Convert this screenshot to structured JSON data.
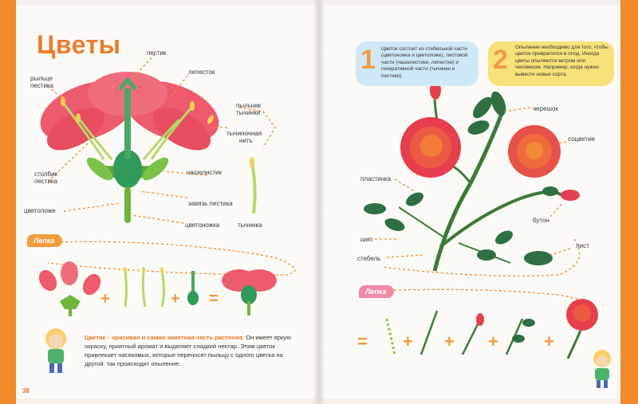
{
  "left_page": {
    "title": "Цветы",
    "labels": {
      "pestik": "пестик",
      "rylce": [
        "рыльце",
        "пестика"
      ],
      "lepestok": "лепесток",
      "pylnik": [
        "пыльник",
        "тычинки"
      ],
      "tychinochnaya": [
        "тычиночная",
        "нить"
      ],
      "stolbik": [
        "столбик",
        "пестика"
      ],
      "chashelistik": "чашелистик",
      "zavyaz": "завязь пестика",
      "cvetolozhe": "цветоложе",
      "cvetonozhka": "цветоножка",
      "tychinka": "тычинка"
    },
    "lepka_tag": "Лепка",
    "equation_ops": [
      "+",
      "+",
      "="
    ],
    "intro_highlight": "Цветок – красивая и самая заметная часть растения.",
    "intro_text": " Он имеет яркую окраску, приятный аромат и выделяет сладкий нектар. Этим цветок привлекает насекомых, которые переносят пыльцу с одного цветка на другой: так происходит опыление.",
    "page_number": "38"
  },
  "right_page": {
    "note1_number": "1",
    "note1_text": "Цветок состоит из стебельной части (цветоножка и цветоложе), листовой части (чашелистики, лепестки) и генеративной части (тычинки и пестики).",
    "note2_number": "2",
    "note2_text": "Опыление необходимо для того, чтобы цветок превратился в плод. Иногда цветы опыляются ветром или человеком. Например, когда нужно вывести новые сорта.",
    "labels": {
      "chereshok": "черешок",
      "socvetie": "соцветие",
      "plastinka": "пластинка",
      "buton": "бутон",
      "ship": "шип",
      "steble": "стебель",
      "list": "лист"
    },
    "lepka_tag": "Лепка",
    "equation_ops": [
      "=",
      "+",
      "+",
      "+",
      "+"
    ]
  },
  "colors": {
    "accent_orange": "#ee7a2b",
    "petal_pink": "#ee5a6e",
    "leaf_green": "#2f7d4a",
    "light_green": "#8cc63f",
    "rose_red": "#e63e4f",
    "note_blue": "#cfe8f7",
    "note_yellow": "#f7e27a"
  }
}
